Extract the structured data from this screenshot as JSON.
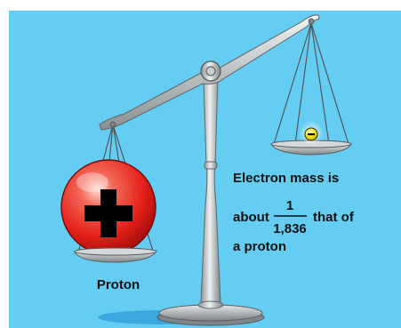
{
  "diagram": {
    "proton_label": "Proton",
    "caption_line1": "Electron mass is",
    "caption_about": "about",
    "fraction_numerator": "1",
    "fraction_denominator": "1,836",
    "caption_that_of": "that of",
    "caption_line3": "a proton",
    "proton_symbol": "+",
    "electron_symbol": "−",
    "colors": {
      "background": "#66cdf2",
      "proton": "#e8201c",
      "electron": "#f2e21a",
      "metal": "#b9bec2"
    }
  }
}
